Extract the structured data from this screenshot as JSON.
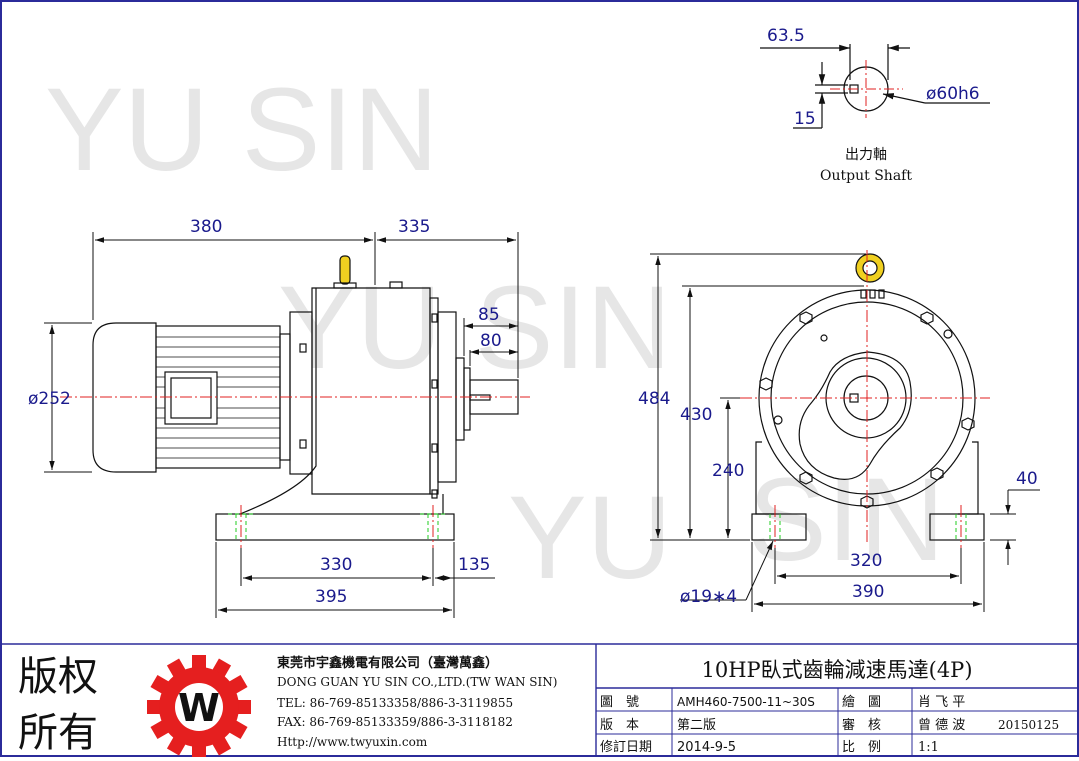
{
  "watermark": "YU SIN",
  "watermark_parts": [
    "YU",
    "SIN"
  ],
  "shaft": {
    "dim_width": "63.5",
    "dim_key": "15",
    "dim_dia": "ø60h6",
    "label_cn": "出力軸",
    "label_en": "Output Shaft"
  },
  "side_view": {
    "dim_motor_len": "380",
    "dim_gear_len": "335",
    "dim_85": "85",
    "dim_80": "80",
    "dim_dia": "ø252",
    "dim_330": "330",
    "dim_135": "135",
    "dim_395": "395"
  },
  "front_view": {
    "dim_484": "484",
    "dim_430": "430",
    "dim_240": "240",
    "dim_40": "40",
    "dim_320": "320",
    "dim_390": "390",
    "dim_holes": "ø19∗4"
  },
  "title_block": {
    "copyright_1": "版权",
    "copyright_2": "所有",
    "logo_letter": "W",
    "company_cn": "東莞市宇鑫機電有限公司（臺灣萬鑫）",
    "company_en": "DONG GUAN YU SIN CO.,LTD.(TW WAN SIN)",
    "tel": "TEL: 86-769-85133358/886-3-3119855",
    "fax": "FAX: 86-769-85133359/886-3-3118182",
    "web": "Http://www.twyuxin.com",
    "product_title": "10HP臥式齒輪減速馬達(4P)",
    "row1_label": "圖　號",
    "row1_value": "AMH460-7500-11~30S",
    "row1_label2": "繪　圖",
    "row1_value2": "肖 飞 平",
    "row2_label": "版　本",
    "row2_value": "第二版",
    "row2_label2": "審　核",
    "row2_value2": "曾 德 波",
    "row2_date": "20150125",
    "row3_label": "修訂日期",
    "row3_value": "2014-9-5",
    "row3_label2": "比　例",
    "row3_value2": "1:1"
  },
  "colors": {
    "border": "#2b2b9a",
    "dim": "#1a1a8c",
    "center": "#e02020",
    "hidden": "#22cc22",
    "eyebolt": "#f0d020",
    "logo_red": "#e51f1f"
  }
}
